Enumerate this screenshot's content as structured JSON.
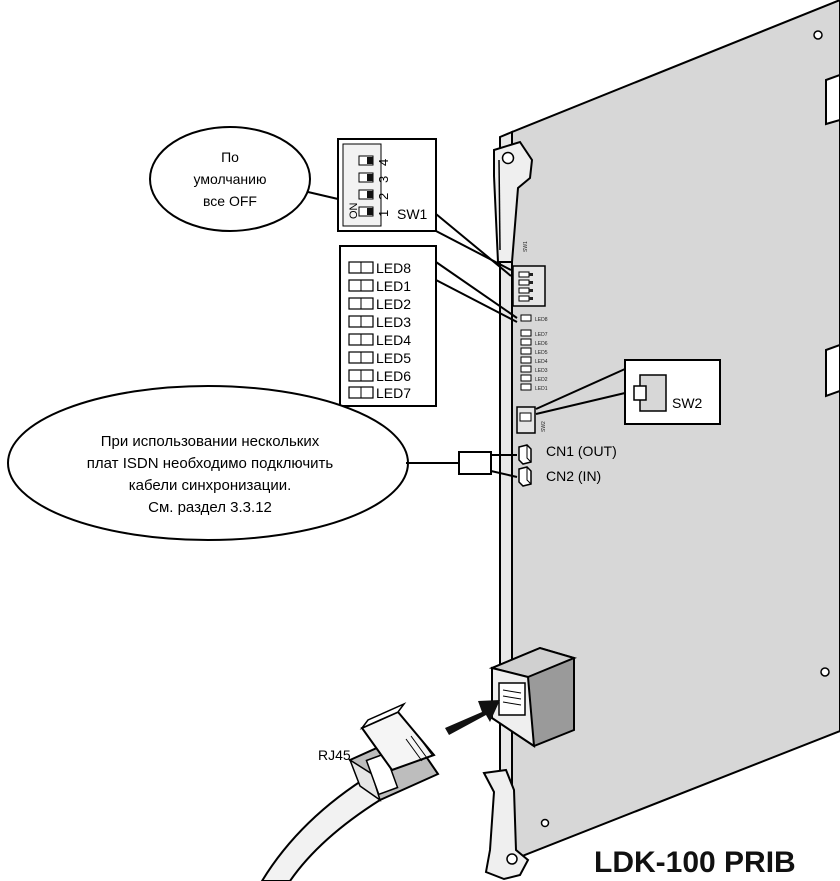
{
  "product_title": "LDK-100 PRIB",
  "callout_default": {
    "line1": "По",
    "line2": "умолчанию",
    "line3": "все OFF"
  },
  "sw1_detail": {
    "on_label": "ON",
    "switch_numbers": [
      "1",
      "2",
      "3",
      "4"
    ],
    "name": "SW1"
  },
  "led_legend": [
    "LED8",
    "LED1",
    "LED2",
    "LED3",
    "LED4",
    "LED5",
    "LED6",
    "LED7"
  ],
  "sw2_label": "SW2",
  "connectors": {
    "cn1": "CN1 (OUT)",
    "cn2": "CN2 (IN)"
  },
  "callout_isdn": {
    "line1": "При использовании нескольких",
    "line2": "плат ISDN необходимо подключить",
    "line3": "кабели синхронизации.",
    "line4": "См. раздел 3.3.12"
  },
  "board_silkscreen": {
    "sw1": "SW1",
    "sw2": "SW2",
    "leds": [
      "LED8",
      "LED7",
      "LED6",
      "LED5",
      "LED4",
      "LED3",
      "LED2",
      "LED1"
    ]
  },
  "cable_label": "RJ45"
}
